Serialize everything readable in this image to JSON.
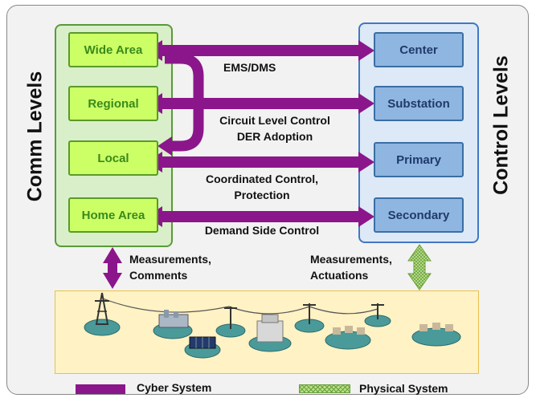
{
  "comm_levels": {
    "title": "Comm Levels",
    "items": [
      "Wide Area",
      "Regional",
      "Local",
      "Home Area"
    ]
  },
  "control_levels": {
    "title": "Control Levels",
    "items": [
      "Center",
      "Substation",
      "Primary",
      "Secondary"
    ]
  },
  "links": {
    "ems_dms": "EMS/DMS",
    "circuit_line1": "Circuit Level Control",
    "circuit_line2": "DER Adoption",
    "coord_line1": "Coordinated Control,",
    "coord_line2": "Protection",
    "demand_side": "Demand Side Control"
  },
  "vertical_links": {
    "left_line1": "Measurements,",
    "left_line2": "Comments",
    "right_line1": "Measurements,",
    "right_line2": "Actuations"
  },
  "legend": {
    "cyber": "Cyber System",
    "physical": "Physical System"
  },
  "colors": {
    "cyber": "#8b168b",
    "comm_box": "#ccff66",
    "control_box": "#8fb6e0",
    "physical_band": "#fff2c4"
  }
}
